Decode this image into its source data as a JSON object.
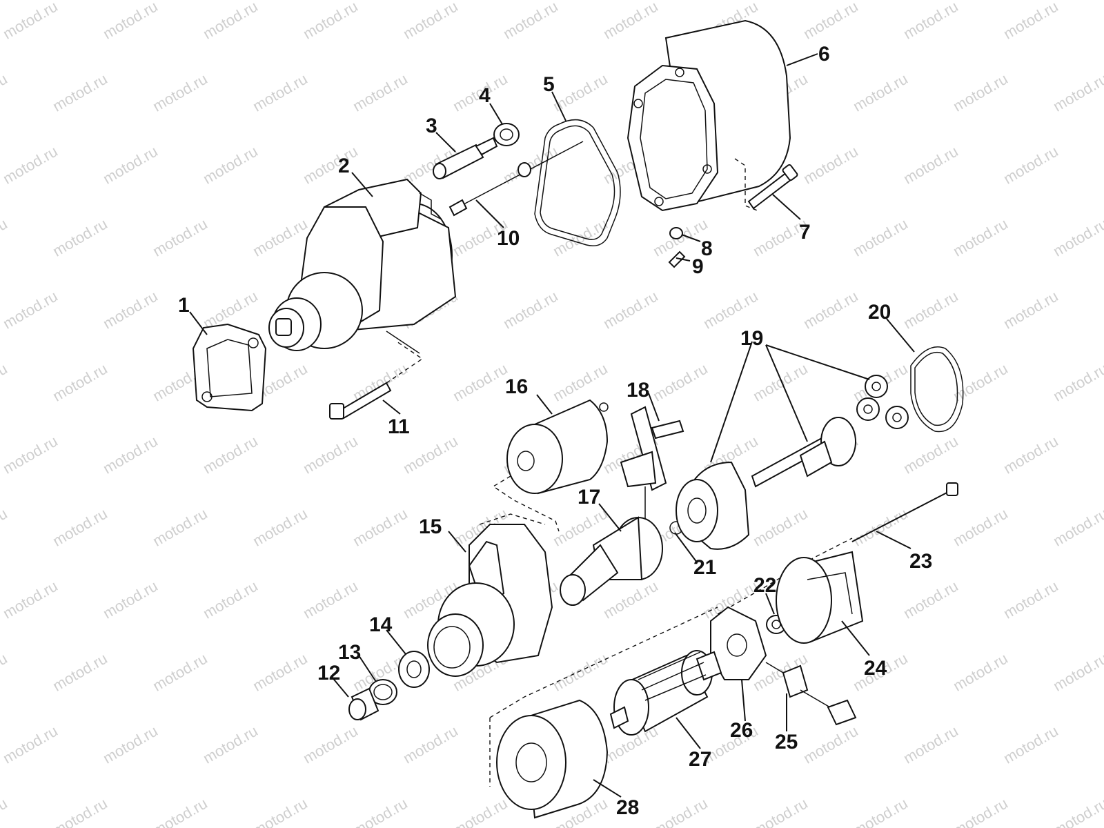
{
  "watermark": {
    "text": "motod.ru",
    "color": "#cfcfcf"
  },
  "callouts": [
    "1",
    "2",
    "3",
    "4",
    "5",
    "6",
    "7",
    "8",
    "9",
    "10",
    "11",
    "12",
    "13",
    "14",
    "15",
    "16",
    "17",
    "18",
    "19",
    "20",
    "21",
    "22",
    "23",
    "24",
    "25",
    "26",
    "27",
    "28"
  ]
}
